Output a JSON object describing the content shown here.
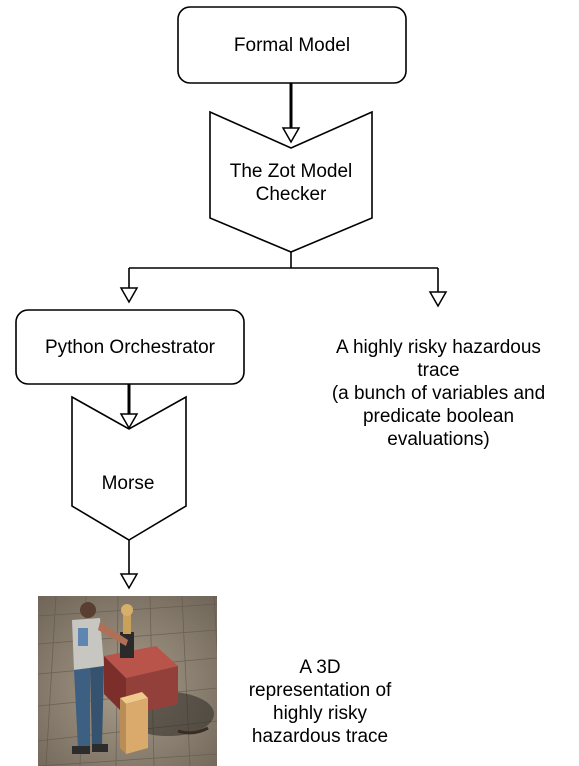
{
  "nodes": {
    "formal_model": "Formal Model",
    "zot_checker": [
      "The Zot Model",
      "Checker"
    ],
    "python_orchestrator": "Python Orchestrator",
    "morse": "Morse"
  },
  "annotations": {
    "hazardous_trace": [
      "A highly risky hazardous",
      "trace",
      "(a bunch of variables and",
      "predicate boolean",
      "evaluations)"
    ],
    "representation_3d": [
      "A 3D",
      "representation of",
      "highly risky",
      "hazardous trace"
    ]
  },
  "colors": {
    "stroke": "#000000",
    "background": "#ffffff",
    "floor": "#8a7f70",
    "tile_line": "#6a6054",
    "robot_body": "#a0413a",
    "crate": "#d6a868",
    "human_shirt": "#c9c6c0",
    "human_pants": "#3f5f80"
  }
}
